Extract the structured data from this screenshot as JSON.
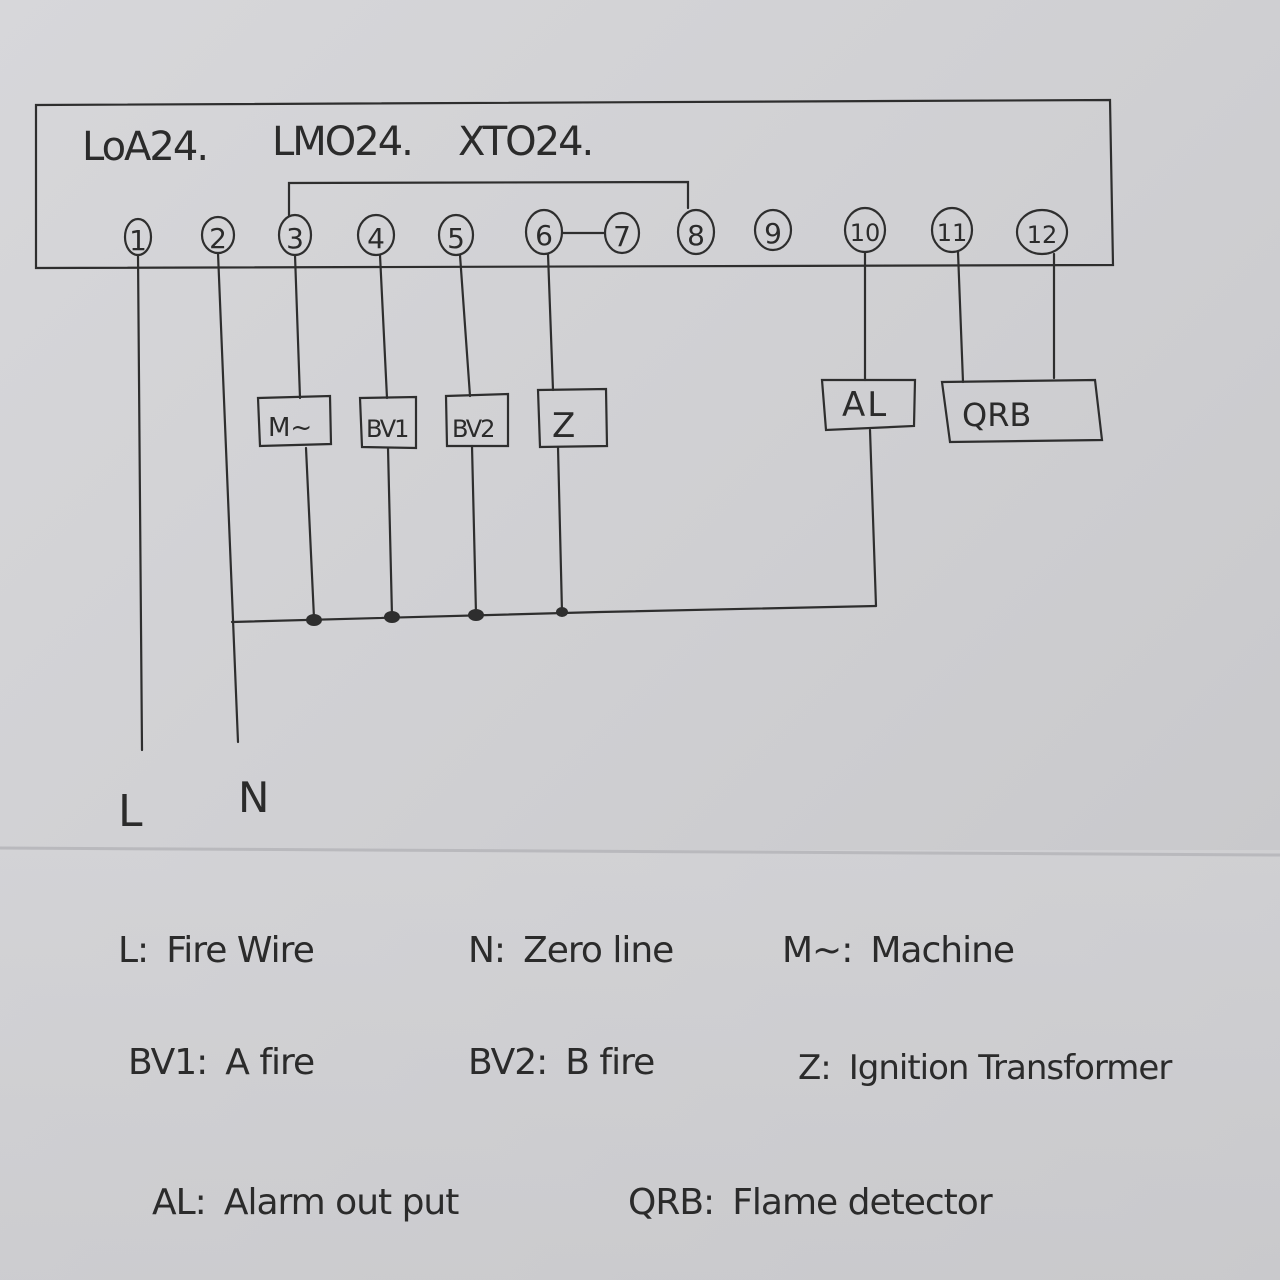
{
  "header": {
    "models": [
      "LoA24.",
      "LMO24.",
      "XTO24."
    ]
  },
  "terminals": [
    "1",
    "2",
    "3",
    "4",
    "5",
    "6",
    "7",
    "8",
    "9",
    "10",
    "11",
    "12"
  ],
  "components": {
    "motor": "M~",
    "bv1": "BV1",
    "bv2": "BV2",
    "ignition": "Z",
    "alarm": "AL",
    "flame": "QRB"
  },
  "supply": {
    "live": "L",
    "neutral": "N"
  },
  "legend": {
    "live": {
      "key": "L:",
      "value": "Fire Wire"
    },
    "neutral": {
      "key": "N:",
      "value": "Zero line"
    },
    "motor": {
      "key": "M~:",
      "value": "Machine"
    },
    "bv1": {
      "key": "BV1:",
      "value": "A fire"
    },
    "bv2": {
      "key": "BV2:",
      "value": "B fire"
    },
    "ignition": {
      "key": "Z:",
      "value": "Ignition Transformer"
    },
    "alarm": {
      "key": "AL:",
      "value": "Alarm out put"
    },
    "flame": {
      "key": "QRB:",
      "value": "Flame detector"
    }
  }
}
